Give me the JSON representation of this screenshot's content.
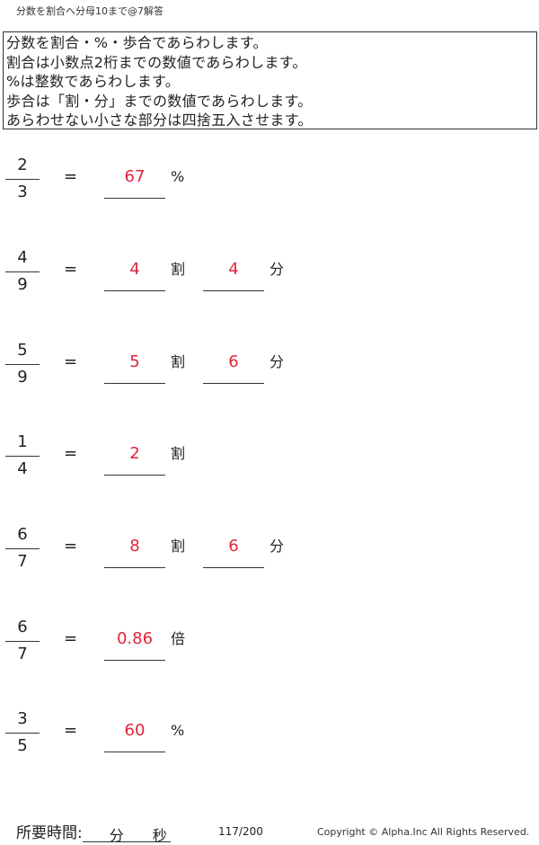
{
  "header": {
    "title": "分数を割合へ分母10まで@7解答"
  },
  "instructions": [
    "分数を割合・%・歩合であらわします。",
    "割合は小数点2桁までの数値であらわします。",
    "%は整数であらわします。",
    "歩合は「割・分」までの数値であらわします。",
    "あらわせない小さな部分は四捨五入させます。"
  ],
  "problems": [
    {
      "numerator": "2",
      "denominator": "3",
      "eq": "=",
      "answers": [
        {
          "value": "67",
          "unit": "%"
        }
      ]
    },
    {
      "numerator": "4",
      "denominator": "9",
      "eq": "=",
      "answers": [
        {
          "value": "4",
          "unit": "割"
        },
        {
          "value": "4",
          "unit": "分"
        }
      ]
    },
    {
      "numerator": "5",
      "denominator": "9",
      "eq": "=",
      "answers": [
        {
          "value": "5",
          "unit": "割"
        },
        {
          "value": "6",
          "unit": "分"
        }
      ]
    },
    {
      "numerator": "1",
      "denominator": "4",
      "eq": "=",
      "answers": [
        {
          "value": "2",
          "unit": "割"
        }
      ]
    },
    {
      "numerator": "6",
      "denominator": "7",
      "eq": "=",
      "answers": [
        {
          "value": "8",
          "unit": "割"
        },
        {
          "value": "6",
          "unit": "分"
        }
      ]
    },
    {
      "numerator": "6",
      "denominator": "7",
      "eq": "=",
      "answers": [
        {
          "value": "0.86",
          "unit": "倍"
        }
      ]
    },
    {
      "numerator": "3",
      "denominator": "5",
      "eq": "=",
      "answers": [
        {
          "value": "60",
          "unit": "%"
        }
      ]
    }
  ],
  "footer": {
    "time_label": "所要時間:",
    "minutes_label": "分",
    "seconds_label": "秒",
    "page": "117/200",
    "copyright": "Copyright ©  Alpha.Inc All Rights Reserved."
  },
  "colors": {
    "answer": "#e0233c",
    "text": "#222222"
  }
}
